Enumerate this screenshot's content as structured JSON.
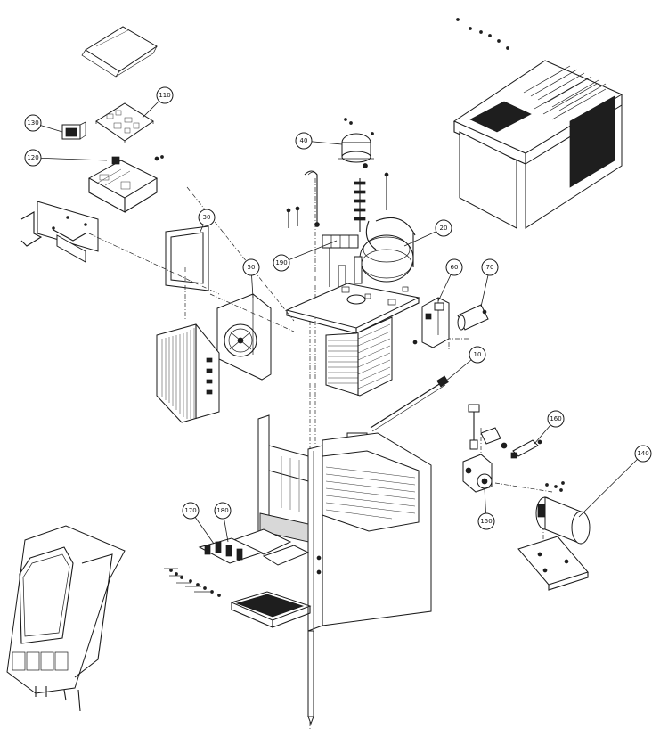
{
  "callouts": [
    {
      "id": "110",
      "label": "110"
    },
    {
      "id": "130",
      "label": "130"
    },
    {
      "id": "120",
      "label": "120"
    },
    {
      "id": "40",
      "label": "40"
    },
    {
      "id": "30",
      "label": "30"
    },
    {
      "id": "20",
      "label": "20"
    },
    {
      "id": "190",
      "label": "190"
    },
    {
      "id": "50",
      "label": "50"
    },
    {
      "id": "60",
      "label": "60"
    },
    {
      "id": "70",
      "label": "70"
    },
    {
      "id": "10",
      "label": "10"
    },
    {
      "id": "160",
      "label": "160"
    },
    {
      "id": "140",
      "label": "140"
    },
    {
      "id": "150",
      "label": "150"
    },
    {
      "id": "170",
      "label": "170"
    },
    {
      "id": "180",
      "label": "180"
    }
  ],
  "colors": {
    "line": "#1a1a1a",
    "background": "#ffffff",
    "shade": "#d8d8d8",
    "dark": "#1e1e1e"
  }
}
